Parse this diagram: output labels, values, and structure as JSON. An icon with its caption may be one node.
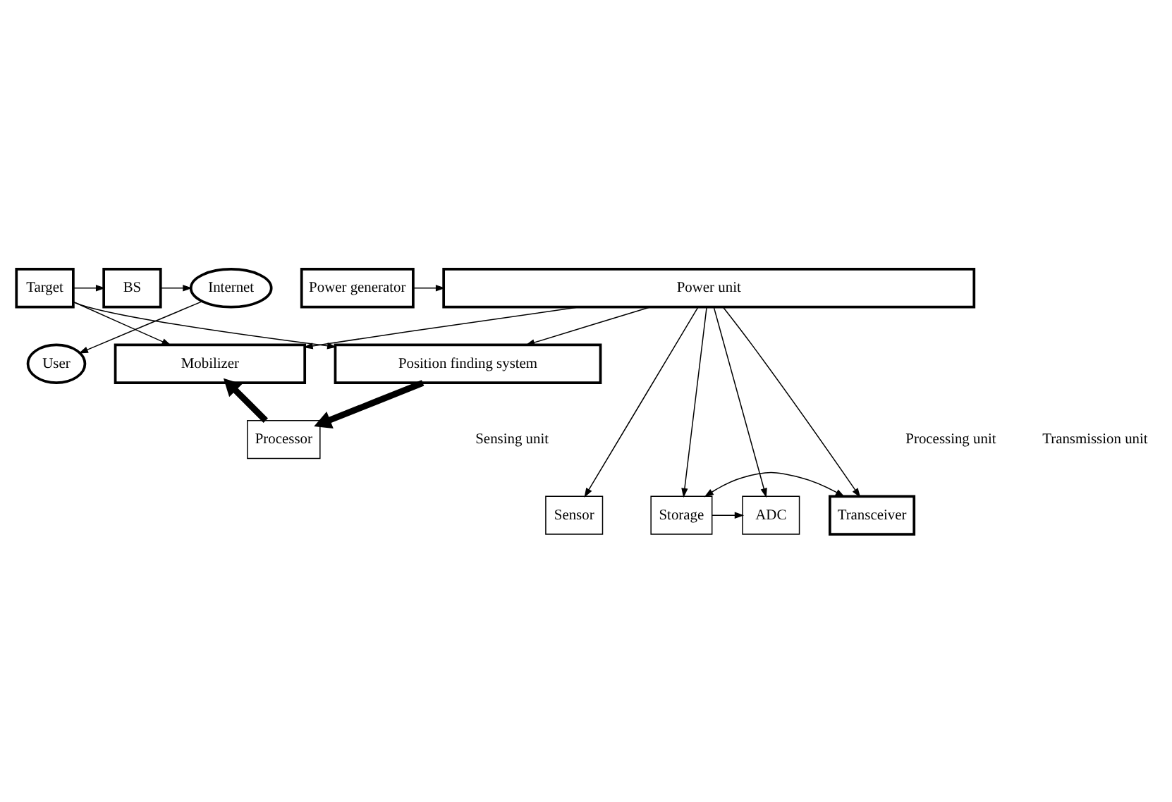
{
  "diagram": {
    "nodes": [
      {
        "text": [
          "Internet"
        ]
      },
      {
        "text": [
          "BS"
        ]
      },
      {
        "text": [
          "User"
        ]
      },
      {
        "text": [
          "Target"
        ]
      },
      {
        "text": [
          "Position finding system"
        ]
      },
      {
        "text": [
          "Mobilizer"
        ]
      },
      {
        "text": [
          "Processor"
        ]
      },
      {
        "text": [
          "Storage"
        ]
      },
      {
        "text": [
          "Sensor"
        ]
      },
      {
        "text": [
          "ADC"
        ]
      },
      {
        "text": [
          "Transceiver"
        ]
      },
      {
        "text": [
          "Power unit"
        ]
      },
      {
        "text": [
          "Power generator"
        ]
      }
    ],
    "edges": [
      {
        "from": 1,
        "to": 0,
        "arrow": "to"
      },
      {
        "from": 3,
        "to": 1,
        "arrow": "to"
      },
      {
        "from": 0,
        "to": 2,
        "arrow": "to"
      },
      {
        "from": 3,
        "to": 4,
        "arrow": "to"
      },
      {
        "from": 3,
        "to": 5,
        "arrow": "to"
      },
      {
        "from": 4,
        "to": 6,
        "arrow": "to",
        "style": "thick"
      },
      {
        "from": 6,
        "to": 5,
        "arrow": "to",
        "style": "thick"
      },
      {
        "from": 7,
        "to": 9,
        "arrow": "to"
      },
      {
        "from": 7,
        "to": 10,
        "arrow": "both"
      },
      {
        "from": 11,
        "to": 4,
        "arrow": "to"
      },
      {
        "from": 11,
        "to": 8,
        "arrow": "to"
      },
      {
        "from": 11,
        "to": 9,
        "arrow": "to"
      },
      {
        "from": 11,
        "to": 7,
        "arrow": "to"
      },
      {
        "from": 11,
        "to": 10,
        "arrow": "to"
      },
      {
        "from": 11,
        "to": 5,
        "arrow": "to"
      },
      {
        "from": 12,
        "to": 11,
        "arrow": "to"
      }
    ],
    "labels": [
      "Sensing unit",
      "Processing unit",
      "Transmission unit"
    ]
  }
}
